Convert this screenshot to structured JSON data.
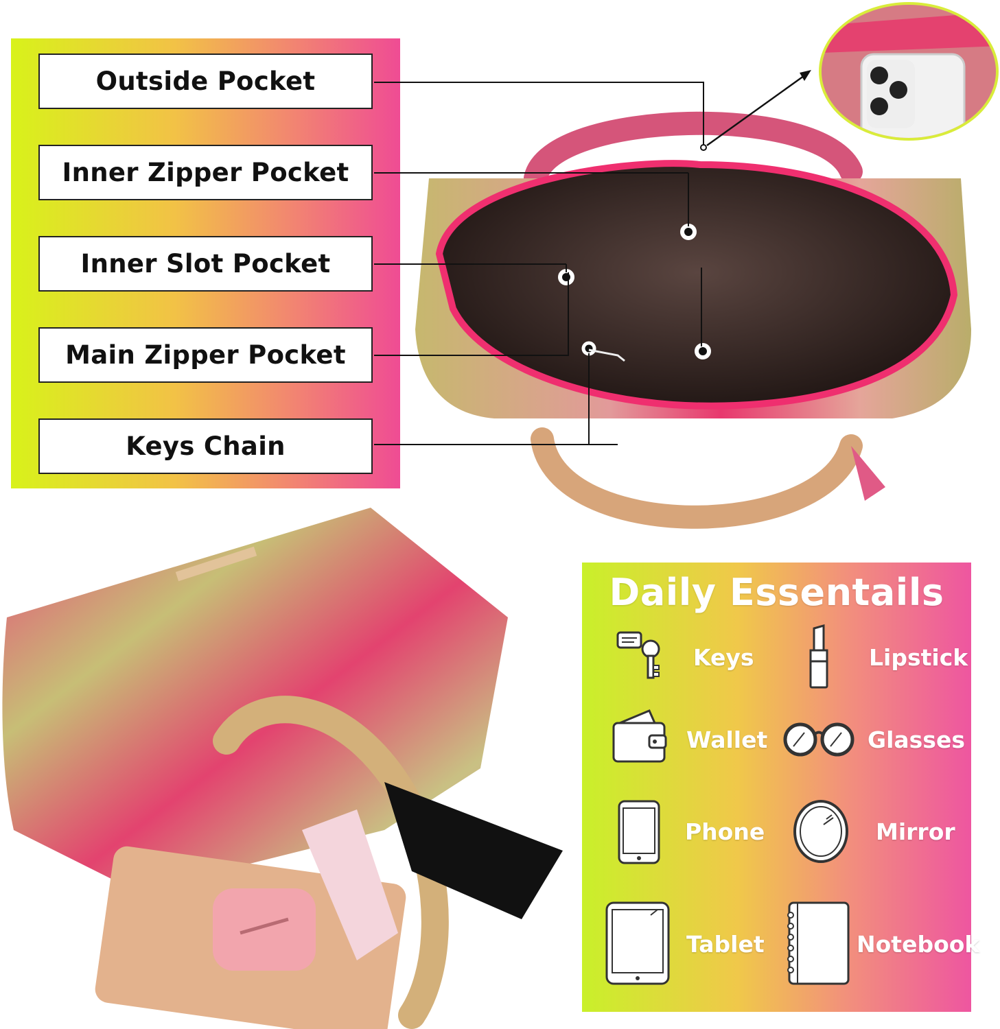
{
  "pocket_labels": [
    "Outside Pocket",
    "Inner Zipper Pocket",
    "Inner Slot Pocket",
    "Main Zipper Pocket",
    "Keys Chain"
  ],
  "essentials": {
    "title": "Daily Essentails",
    "items": [
      {
        "label": "Keys",
        "icon": "keys-icon"
      },
      {
        "label": "Lipstick",
        "icon": "lipstick-icon"
      },
      {
        "label": "Wallet",
        "icon": "wallet-icon"
      },
      {
        "label": "Glasses",
        "icon": "glasses-icon"
      },
      {
        "label": "Phone",
        "icon": "phone-icon"
      },
      {
        "label": "Mirror",
        "icon": "mirror-icon"
      },
      {
        "label": "Tablet",
        "icon": "tablet-icon"
      },
      {
        "label": "Notebook",
        "icon": "notebook-icon"
      }
    ]
  },
  "colors": {
    "panel_gradient": [
      "#d8f21a",
      "#f2c246",
      "#f28a6e",
      "#ef4c94"
    ],
    "bag_pink": "#e8386e",
    "bag_green": "#b9ad6a",
    "lining": "#3a2a26"
  }
}
